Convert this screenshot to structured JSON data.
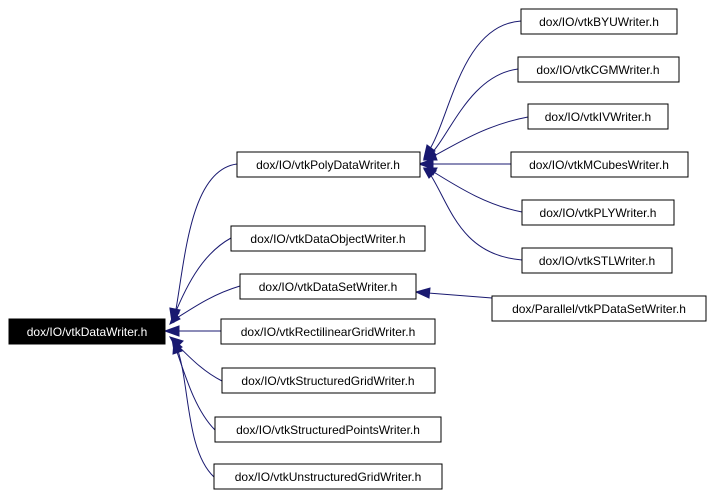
{
  "graph": {
    "colors": {
      "edge": "#191970",
      "root_fill": "#000000",
      "root_text": "#ffffff",
      "node_fill": "#ffffff",
      "node_border": "#000000"
    },
    "nodes": {
      "root": "dox/IO/vtkDataWriter.h",
      "poly": "dox/IO/vtkPolyDataWriter.h",
      "dataobject": "dox/IO/vtkDataObjectWriter.h",
      "dataset": "dox/IO/vtkDataSetWriter.h",
      "rectilinear": "dox/IO/vtkRectilinearGridWriter.h",
      "structuredgrid": "dox/IO/vtkStructuredGridWriter.h",
      "structuredpoints": "dox/IO/vtkStructuredPointsWriter.h",
      "unstructured": "dox/IO/vtkUnstructuredGridWriter.h",
      "byu": "dox/IO/vtkBYUWriter.h",
      "cgm": "dox/IO/vtkCGMWriter.h",
      "iv": "dox/IO/vtkIVWriter.h",
      "mcubes": "dox/IO/vtkMCubesWriter.h",
      "ply": "dox/IO/vtkPLYWriter.h",
      "stl": "dox/IO/vtkSTLWriter.h",
      "pdataset": "dox/Parallel/vtkPDataSetWriter.h"
    }
  }
}
